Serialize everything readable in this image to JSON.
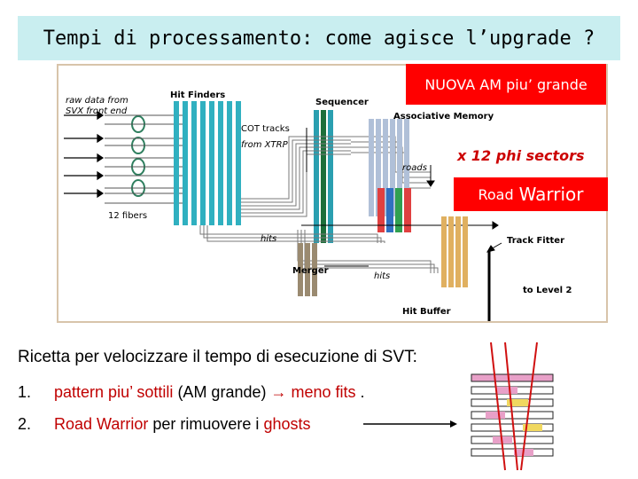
{
  "title": "Tempi di processamento: come agisce l’upgrade ?",
  "diagram": {
    "labels": {
      "raw_data": "raw data from SVX front end",
      "hit_finders": "Hit Finders",
      "sequencer": "Sequencer",
      "associative_memory": "Associative Memory",
      "cot_tracks": "COT tracks",
      "from_xtrp": "from XTRP",
      "roads": "roads",
      "fibers": "12 fibers",
      "hits_1": "hits",
      "merger": "Merger",
      "hits_2": "hits",
      "track_fitter": "Track Fitter",
      "to_level2": "to Level 2",
      "hit_buffer": "Hit Buffer"
    },
    "nuova_am": "NUOVA AM piu’ grande",
    "phi_sectors": "x 12 phi sectors",
    "road_warrior_a": "Road",
    "road_warrior_b": "Warrior"
  },
  "recipe": "Ricetta per velocizzare il tempo di esecuzione di SVT:",
  "items": [
    {
      "num": "1.",
      "red": "pattern piu’ sottili",
      "black": " (AM grande) ",
      "arrow": "→",
      "red2": " meno fits",
      "tail": "."
    },
    {
      "num": "2.",
      "red": "Road Warrior",
      "black": " per rimuovere i ",
      "red2": "ghosts",
      "tail": ""
    }
  ],
  "colors": {
    "title_bg": "#c9eef0",
    "accent_red": "#ff0000",
    "text_red": "#c00000"
  }
}
